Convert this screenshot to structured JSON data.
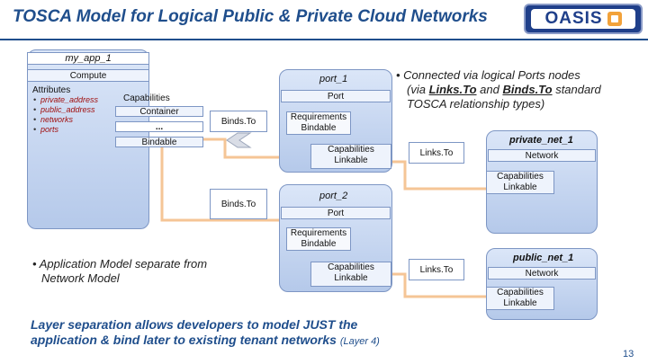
{
  "title": "TOSCA Model for Logical Public & Private Cloud Networks",
  "logo": {
    "text": "OASIS"
  },
  "app": {
    "name": "my_app_1",
    "compute": "Compute",
    "attributes_label": "Attributes",
    "attributes": [
      "private_address",
      "public_address",
      "networks",
      "ports"
    ],
    "capabilities_label": "Capabilities",
    "container": "Container",
    "ellipsis": "...",
    "bindable": "Bindable"
  },
  "binds_to_1": "Binds.To",
  "binds_to_2": "Binds.To",
  "port_1": {
    "name": "port_1",
    "type": "Port",
    "requirements": "Requirements",
    "req_bindable": "Bindable",
    "capabilities": "Capabilities",
    "cap_linkable": "Linkable"
  },
  "port_2": {
    "name": "port_2",
    "type": "Port",
    "requirements": "Requirements",
    "req_bindable": "Bindable",
    "capabilities": "Capabilities",
    "cap_linkable": "Linkable"
  },
  "links_to_1": "Links.To",
  "links_to_2": "Links.To",
  "private_net": {
    "name": "private_net_1",
    "type": "Network",
    "capabilities": "Capabilities",
    "cap_linkable": "Linkable"
  },
  "public_net": {
    "name": "public_net_1",
    "type": "Network",
    "capabilities": "Capabilities",
    "cap_linkable": "Linkable"
  },
  "note_connected": {
    "l1": "Connected via logical Ports nodes",
    "l2_pre": "(via ",
    "l2_link": "Links.To",
    "l2_mid": " and ",
    "l2_bind": "Binds.To",
    "l2_post": " standard",
    "l3": "TOSCA relationship types)"
  },
  "note_separate": {
    "l1": "Application Model separate from",
    "l2": "Network Model"
  },
  "footer": {
    "l1": "Layer separation allows developers to model JUST the",
    "l2": "application & bind later to existing tenant networks",
    "l2_small": "(Layer 4)"
  },
  "page_number": "13"
}
